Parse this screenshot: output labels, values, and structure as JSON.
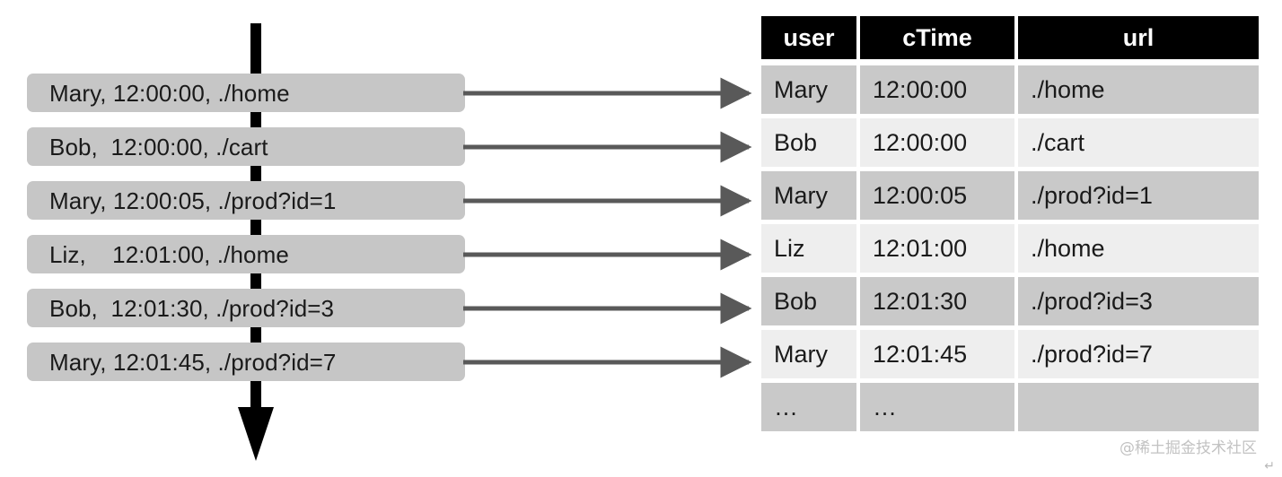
{
  "diagram": {
    "title": "event stream to table mapping",
    "timeline": {
      "name": "time-axis",
      "direction": "downward",
      "color": "#000000"
    },
    "colors": {
      "event_box": "#c6c6c6",
      "arrow": "#595959",
      "header_bg": "#000000",
      "header_text": "#ffffff",
      "row_dark": "#c9c9c9",
      "row_light": "#eeeeee",
      "text": "#1a1a1a",
      "watermark": "#c2c2c2"
    }
  },
  "events": [
    {
      "text": "Mary, 12:00:00, ./home"
    },
    {
      "text": "Bob,  12:00:00, ./cart"
    },
    {
      "text": "Mary, 12:00:05, ./prod?id=1"
    },
    {
      "text": "Liz,    12:01:00, ./home"
    },
    {
      "text": "Bob,  12:01:30, ./prod?id=3"
    },
    {
      "text": "Mary, 12:01:45, ./prod?id=7"
    }
  ],
  "arrows": [
    {
      "name": "event-to-row-arrow-1"
    },
    {
      "name": "event-to-row-arrow-2"
    },
    {
      "name": "event-to-row-arrow-3"
    },
    {
      "name": "event-to-row-arrow-4"
    },
    {
      "name": "event-to-row-arrow-5"
    },
    {
      "name": "event-to-row-arrow-6"
    }
  ],
  "table": {
    "columns": [
      "user",
      "cTime",
      "url"
    ],
    "rows": [
      {
        "user": "Mary",
        "cTime": "12:00:00",
        "url": "./home"
      },
      {
        "user": "Bob",
        "cTime": "12:00:00",
        "url": "./cart"
      },
      {
        "user": "Mary",
        "cTime": "12:00:05",
        "url": "./prod?id=1"
      },
      {
        "user": "Liz",
        "cTime": "12:01:00",
        "url": "./home"
      },
      {
        "user": "Bob",
        "cTime": "12:01:30",
        "url": "./prod?id=3"
      },
      {
        "user": "Mary",
        "cTime": "12:01:45",
        "url": "./prod?id=7"
      },
      {
        "user": "…",
        "cTime": "…",
        "url": ""
      }
    ]
  },
  "watermark": {
    "text": "@稀土掘金技术社区",
    "mark": "↵"
  }
}
